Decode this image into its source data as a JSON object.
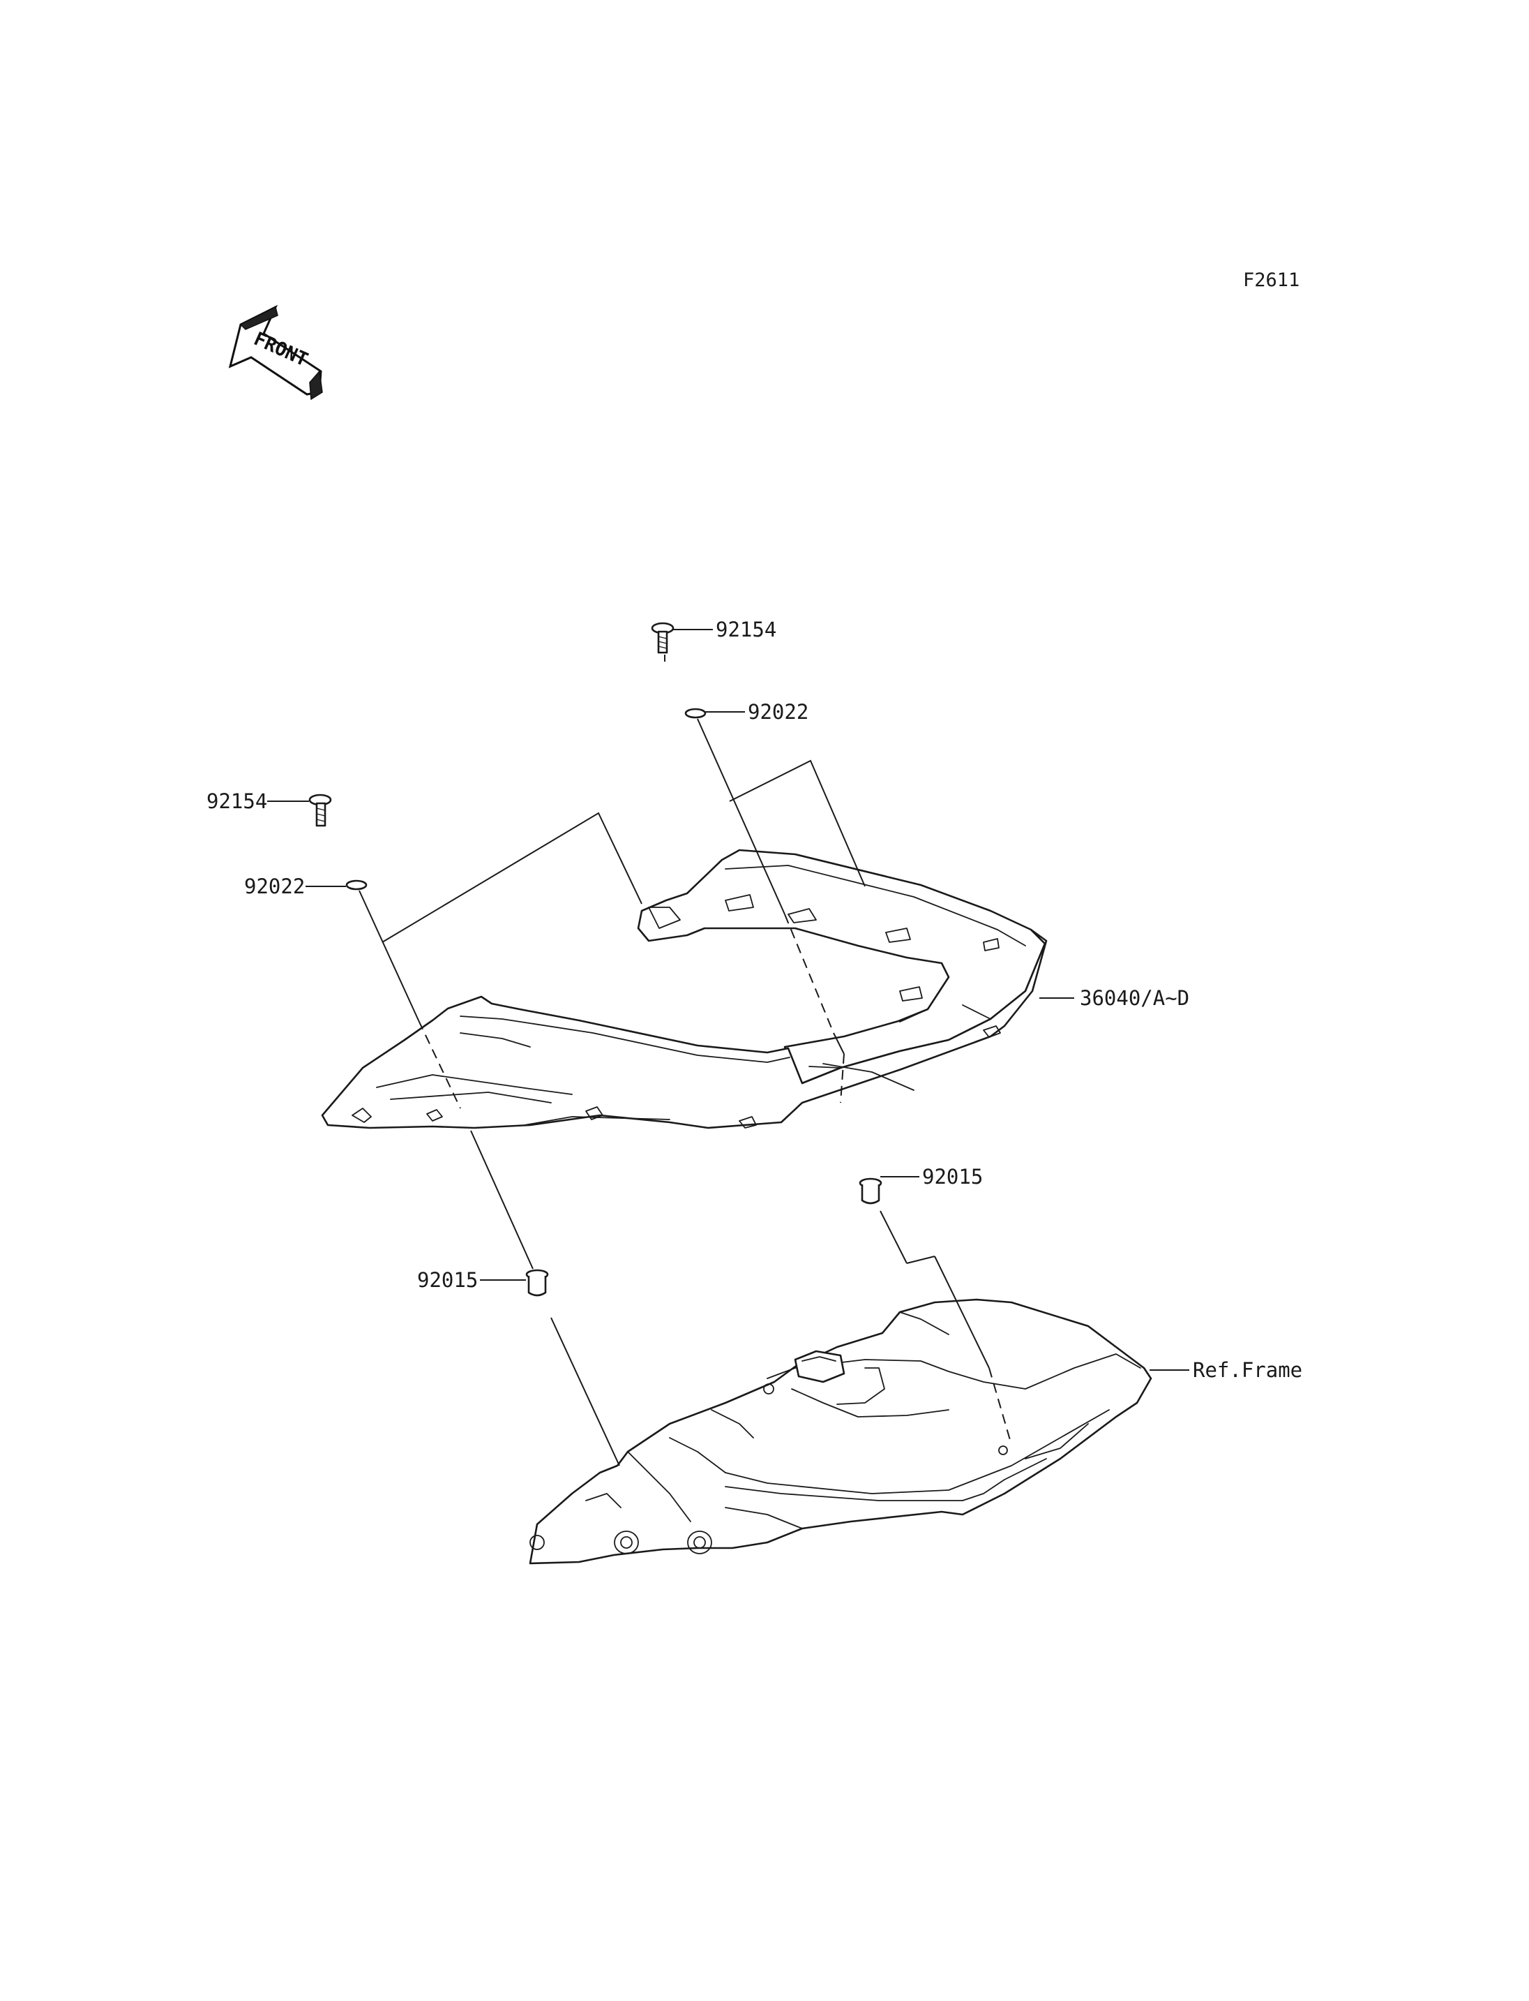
{
  "figure_code": "F2611",
  "front_marker": "FRONT",
  "callouts": {
    "bolt_top": "92154",
    "washer_top": "92022",
    "bolt_left": "92154",
    "washer_left": "92022",
    "seat_cover": "36040/A~D",
    "grommet_right": "92015",
    "grommet_left": "92015",
    "frame_ref": "Ref.Frame"
  }
}
